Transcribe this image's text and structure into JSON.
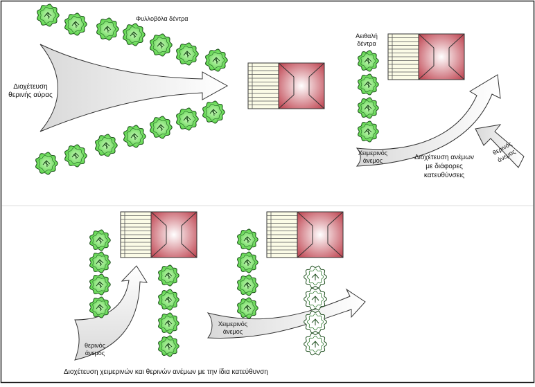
{
  "labels": {
    "deciduous_trees": "Φυλλοβόλα δέντρα",
    "summer_air_line1": "Διοχέτευση",
    "summer_air_line2": "θερινής αύρας",
    "evergreen_line1": "Αειθαλή",
    "evergreen_line2": "δέντρα",
    "winter_wind_top_line1": "Χειμερινός",
    "winter_wind_top_line2": "άνεμος",
    "summer_wind_top_line1": "θερινός",
    "summer_wind_top_line2": "άνεμος",
    "diff_dir_line1": "Διοχέτευση ανέμων",
    "diff_dir_line2": "με διάφορες",
    "diff_dir_line3": "κατευθύνσεις",
    "summer_wind_bottom_line1": "θερινός",
    "summer_wind_bottom_line2": "άνεμος",
    "winter_wind_bottom_line1": "Χειμερινός",
    "winter_wind_bottom_line2": "άνεμος",
    "same_dir_caption": "Διοχέτευση χειμερινών και θερινών ανέμων με την ίδια κατεύθυνση"
  },
  "colors": {
    "tree_fill": "#66dd55",
    "tree_stroke": "#1a5a1a",
    "roof_red": "#c0505a",
    "arrow_fill": "#e4e4e4",
    "frame": "#222222"
  }
}
